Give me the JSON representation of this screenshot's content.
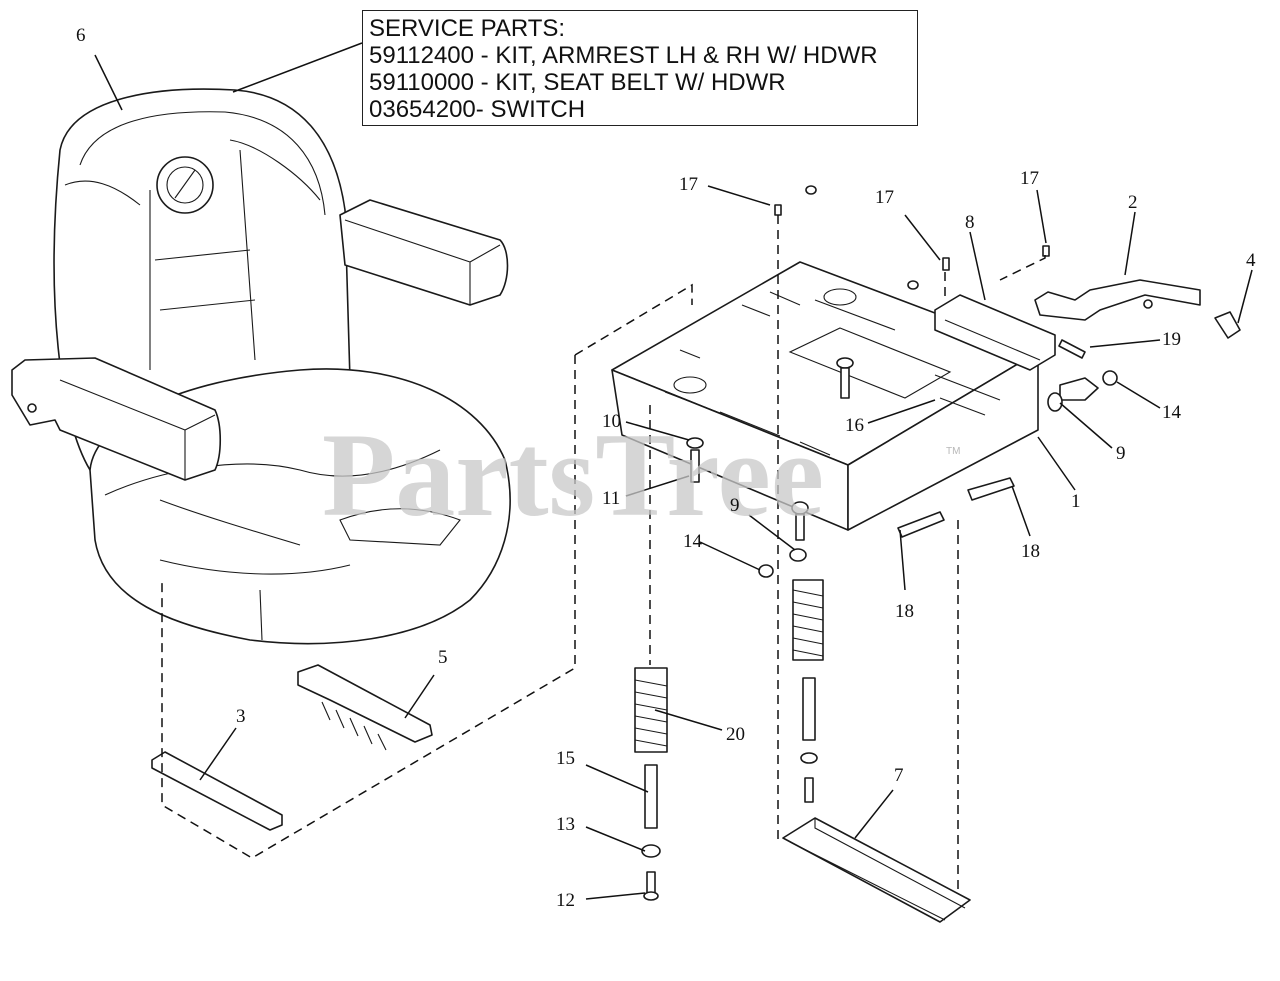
{
  "service_parts": {
    "heading": "SERVICE PARTS:",
    "lines": [
      "59112400 - KIT, ARMREST LH & RH W/ HDWR",
      "59110000 - KIT, SEAT BELT W/ HDWR",
      "03654200- SWITCH"
    ]
  },
  "watermark": {
    "text": "PartsTree",
    "mark": "TM"
  },
  "callouts": [
    "6",
    "17",
    "17",
    "17",
    "8",
    "2",
    "4",
    "19",
    "14",
    "16",
    "10",
    "11",
    "9",
    "1",
    "9",
    "14",
    "18",
    "18",
    "5",
    "3",
    "20",
    "15",
    "13",
    "12",
    "7"
  ]
}
